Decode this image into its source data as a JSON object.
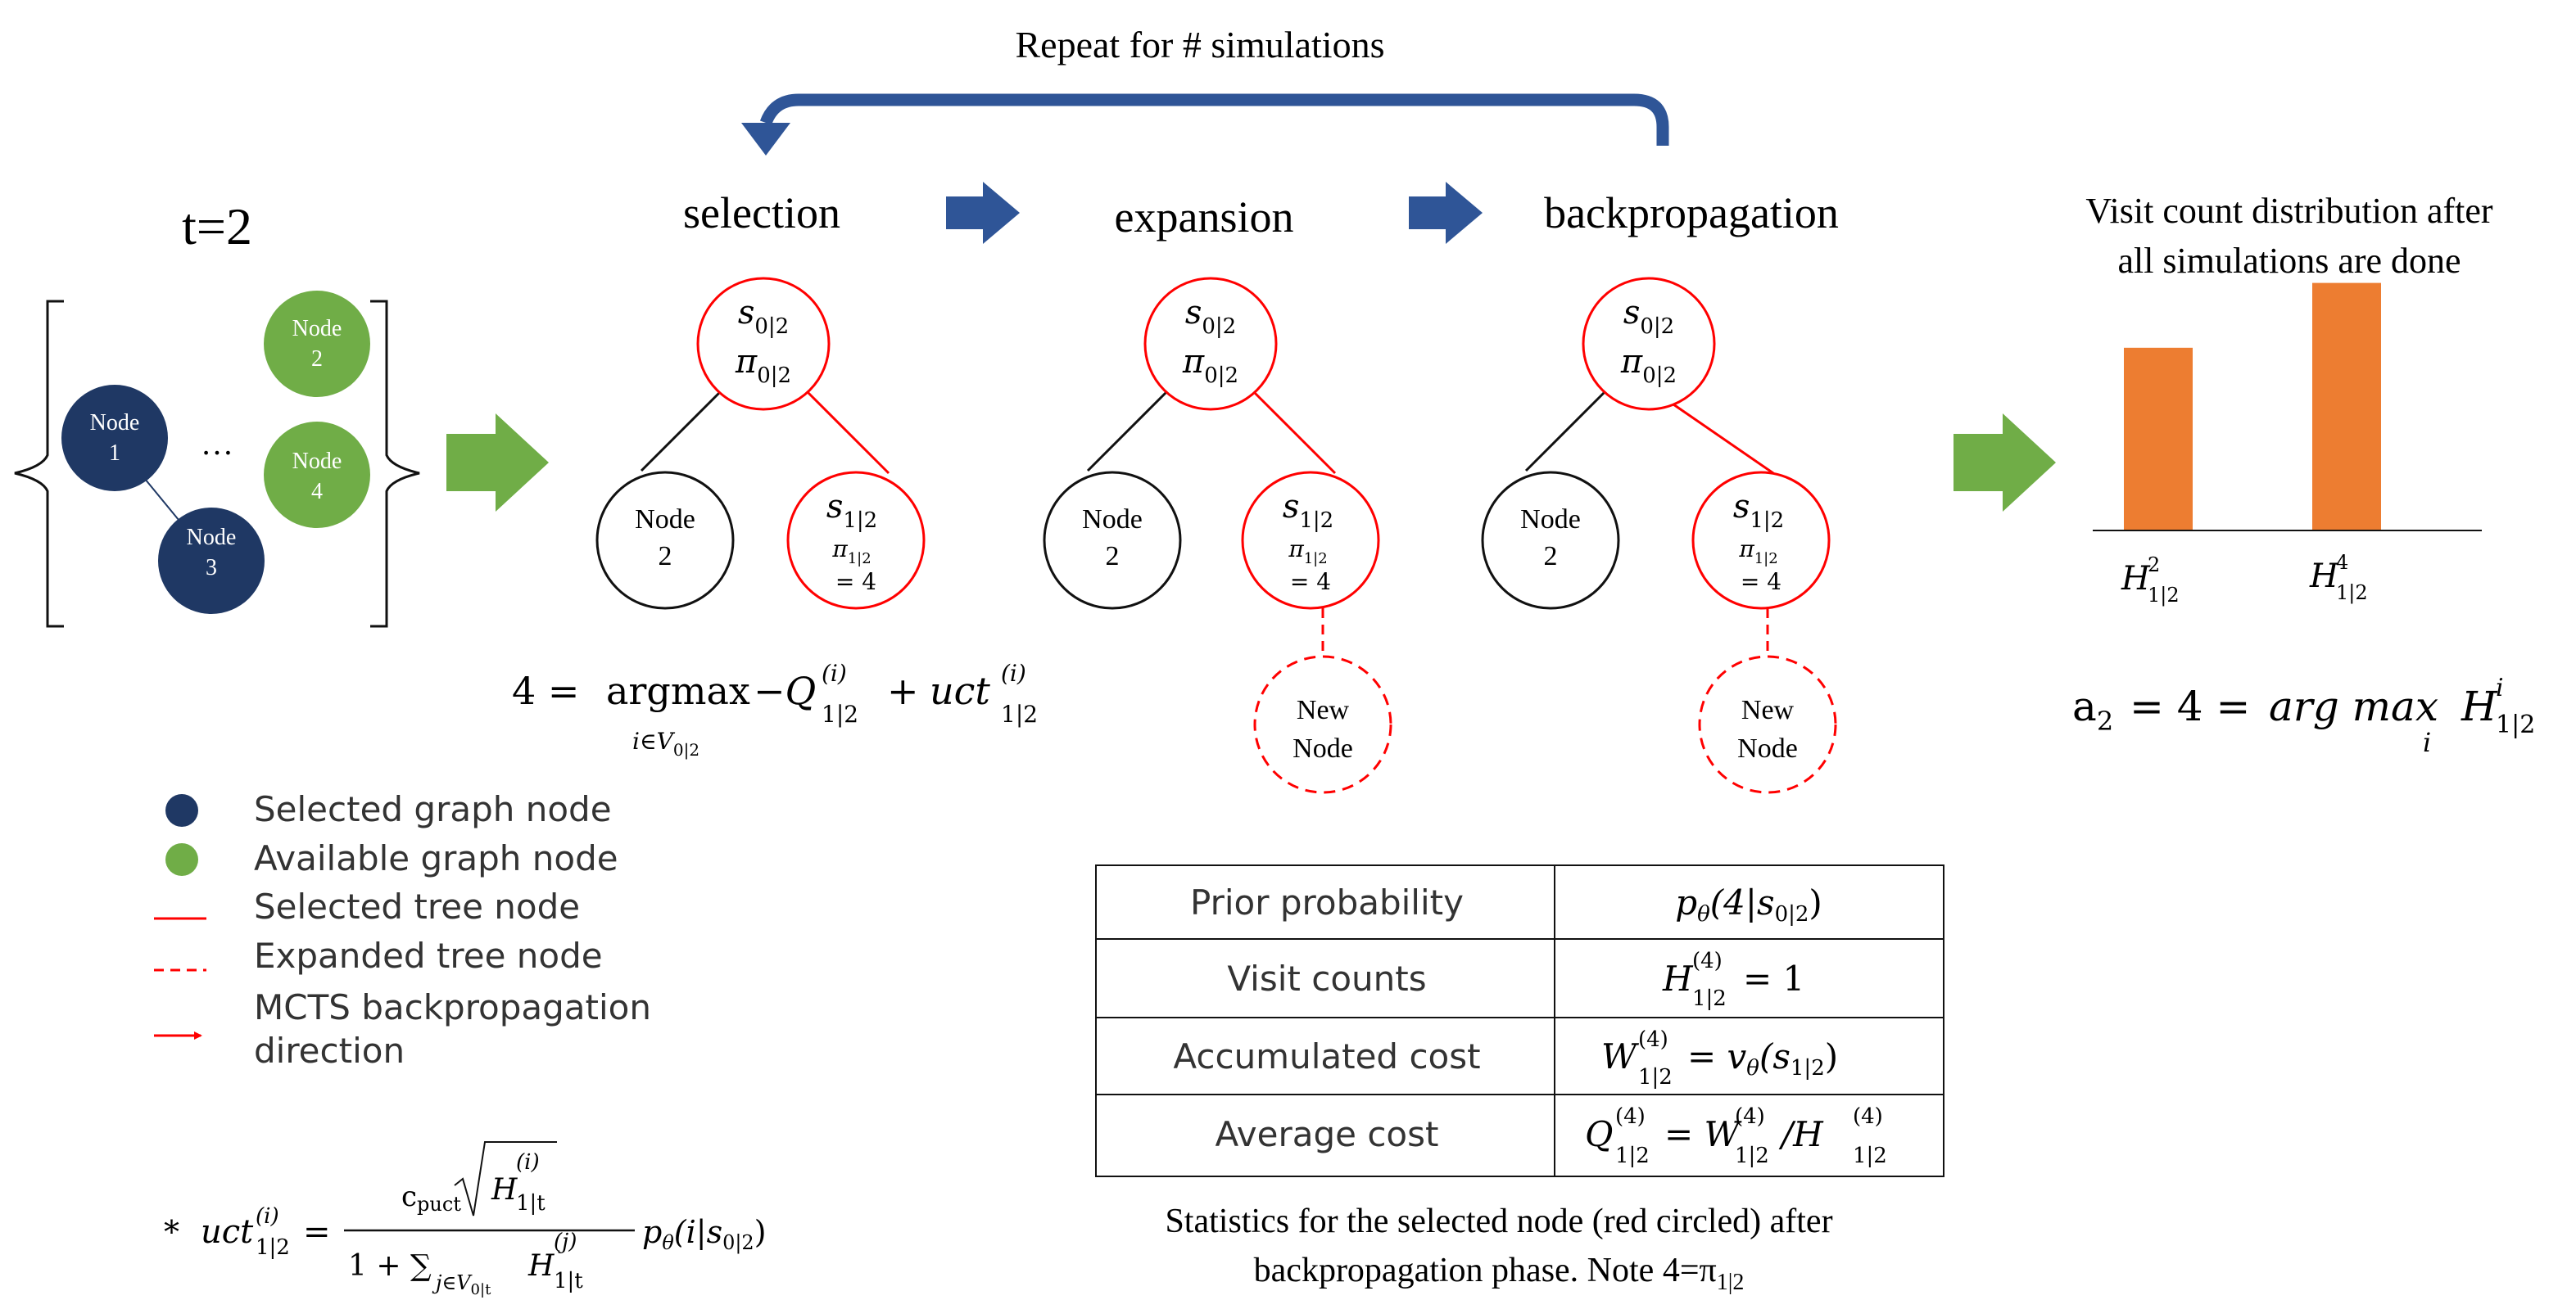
{
  "loop": {
    "label": "Repeat for # simulations"
  },
  "time": {
    "label": "t=2"
  },
  "graph": {
    "ellipsis": "…",
    "nodes": [
      {
        "label": "Node",
        "num": "1",
        "state": "selected"
      },
      {
        "label": "Node",
        "num": "2",
        "state": "available"
      },
      {
        "label": "Node",
        "num": "3",
        "state": "selected"
      },
      {
        "label": "Node",
        "num": "4",
        "state": "available"
      }
    ]
  },
  "phases": [
    "selection",
    "expansion",
    "backpropagation"
  ],
  "tree": {
    "root_s": "s",
    "root_s_sub": "0|2",
    "root_pi": "π",
    "root_pi_sub": "0|2",
    "left_label": "Node",
    "left_num": "2",
    "right_s": "s",
    "right_s_sub": "1|2",
    "right_pi": "π",
    "right_pi_sub": "1|2",
    "right_eq": "= 4",
    "new_label": "New",
    "new_label2": "Node"
  },
  "selection_formula": {
    "lhs": "4 =",
    "op": "argmax",
    "op_sub": "i∈V",
    "op_sub2": "0|2",
    "term1": "−Q",
    "term1_sup": "(i)",
    "term1_sub": "1|2",
    "plus": "+",
    "term2": "uct",
    "term2_sup": "(i)",
    "term2_sub": "1|2"
  },
  "histogram": {
    "title_line1": "Visit count distribution after",
    "title_line2": "all simulations are done",
    "bars": [
      {
        "label": "H",
        "sup": "2",
        "sub": "1|2",
        "value": 0.62
      },
      {
        "label": "H",
        "sup": "4",
        "sub": "1|2",
        "value": 0.84
      }
    ]
  },
  "action_formula": {
    "lhs": "a",
    "lhs_sub": "2",
    "eq": "= 4 =",
    "op": "arg max",
    "op_sub": "i",
    "h": "H",
    "h_sup": "i",
    "h_sub": "1|2"
  },
  "legend": [
    {
      "label": "Selected graph node",
      "kind": "dot",
      "color": "#1f3864"
    },
    {
      "label": "Available graph node",
      "kind": "dot",
      "color": "#70ad47"
    },
    {
      "label": "Selected tree node",
      "kind": "solid"
    },
    {
      "label": "Expanded tree node",
      "kind": "dashed"
    },
    {
      "label": "MCTS backpropagation",
      "label2": "direction",
      "kind": "arrow"
    }
  ],
  "uct_formula": {
    "star": "*",
    "lhs": "uct",
    "lhs_sup": "(i)",
    "lhs_sub": "1|2",
    "eq": "=",
    "c": "c",
    "c_sub": "puct",
    "h": "H",
    "h_sup": "(i)",
    "h_sub": "1|t",
    "den": "1 + ∑",
    "den_sub": "j∈V",
    "den_sub2": "0|t",
    "den_h": "H",
    "den_h_sup": "(j)",
    "den_h_sub": "1|t",
    "p": "p",
    "p_sub": "θ",
    "p_arg": "(i|s",
    "p_arg_sub": "0|2",
    "p_close": ")"
  },
  "stats_table": {
    "rows": [
      {
        "label": "Prior probability",
        "value": "p",
        "value_sub": "θ",
        "value_rest": "(4|s",
        "value_rest_sub": "0|2",
        "value_end": ")"
      },
      {
        "label": "Visit counts",
        "value": "H",
        "value_sup": "(4)",
        "value_sub": "1|2",
        "value_rest": "= 1"
      },
      {
        "label": "Accumulated cost",
        "value": "W",
        "value_sup": "(4)",
        "value_sub": "1|2",
        "value_rest": "= v",
        "value_rest_sub": "θ",
        "value_end": "(s",
        "value_end_sub": "1|2",
        "value_close": ")"
      },
      {
        "label": "Average cost",
        "value": "Q",
        "value_sup": "(4)",
        "value_sub": "1|2",
        "value_rest": "= W",
        "value_rest_sup": "(4)",
        "value_rest_sub": "1|2",
        "value_slash": "/H",
        "value_slash_sup": "(4)",
        "value_slash_sub": "1|2"
      }
    ],
    "caption_line1": "Statistics for the selected node  (red circled) after",
    "caption_line2": "backpropagation phase. Note 4=π",
    "caption_sub": "1|2"
  },
  "colors": {
    "navy": "#1f3864",
    "green": "#70ad47",
    "red": "#ff0000",
    "blue_arrow": "#2f5597",
    "orange": "#ed7d31"
  }
}
